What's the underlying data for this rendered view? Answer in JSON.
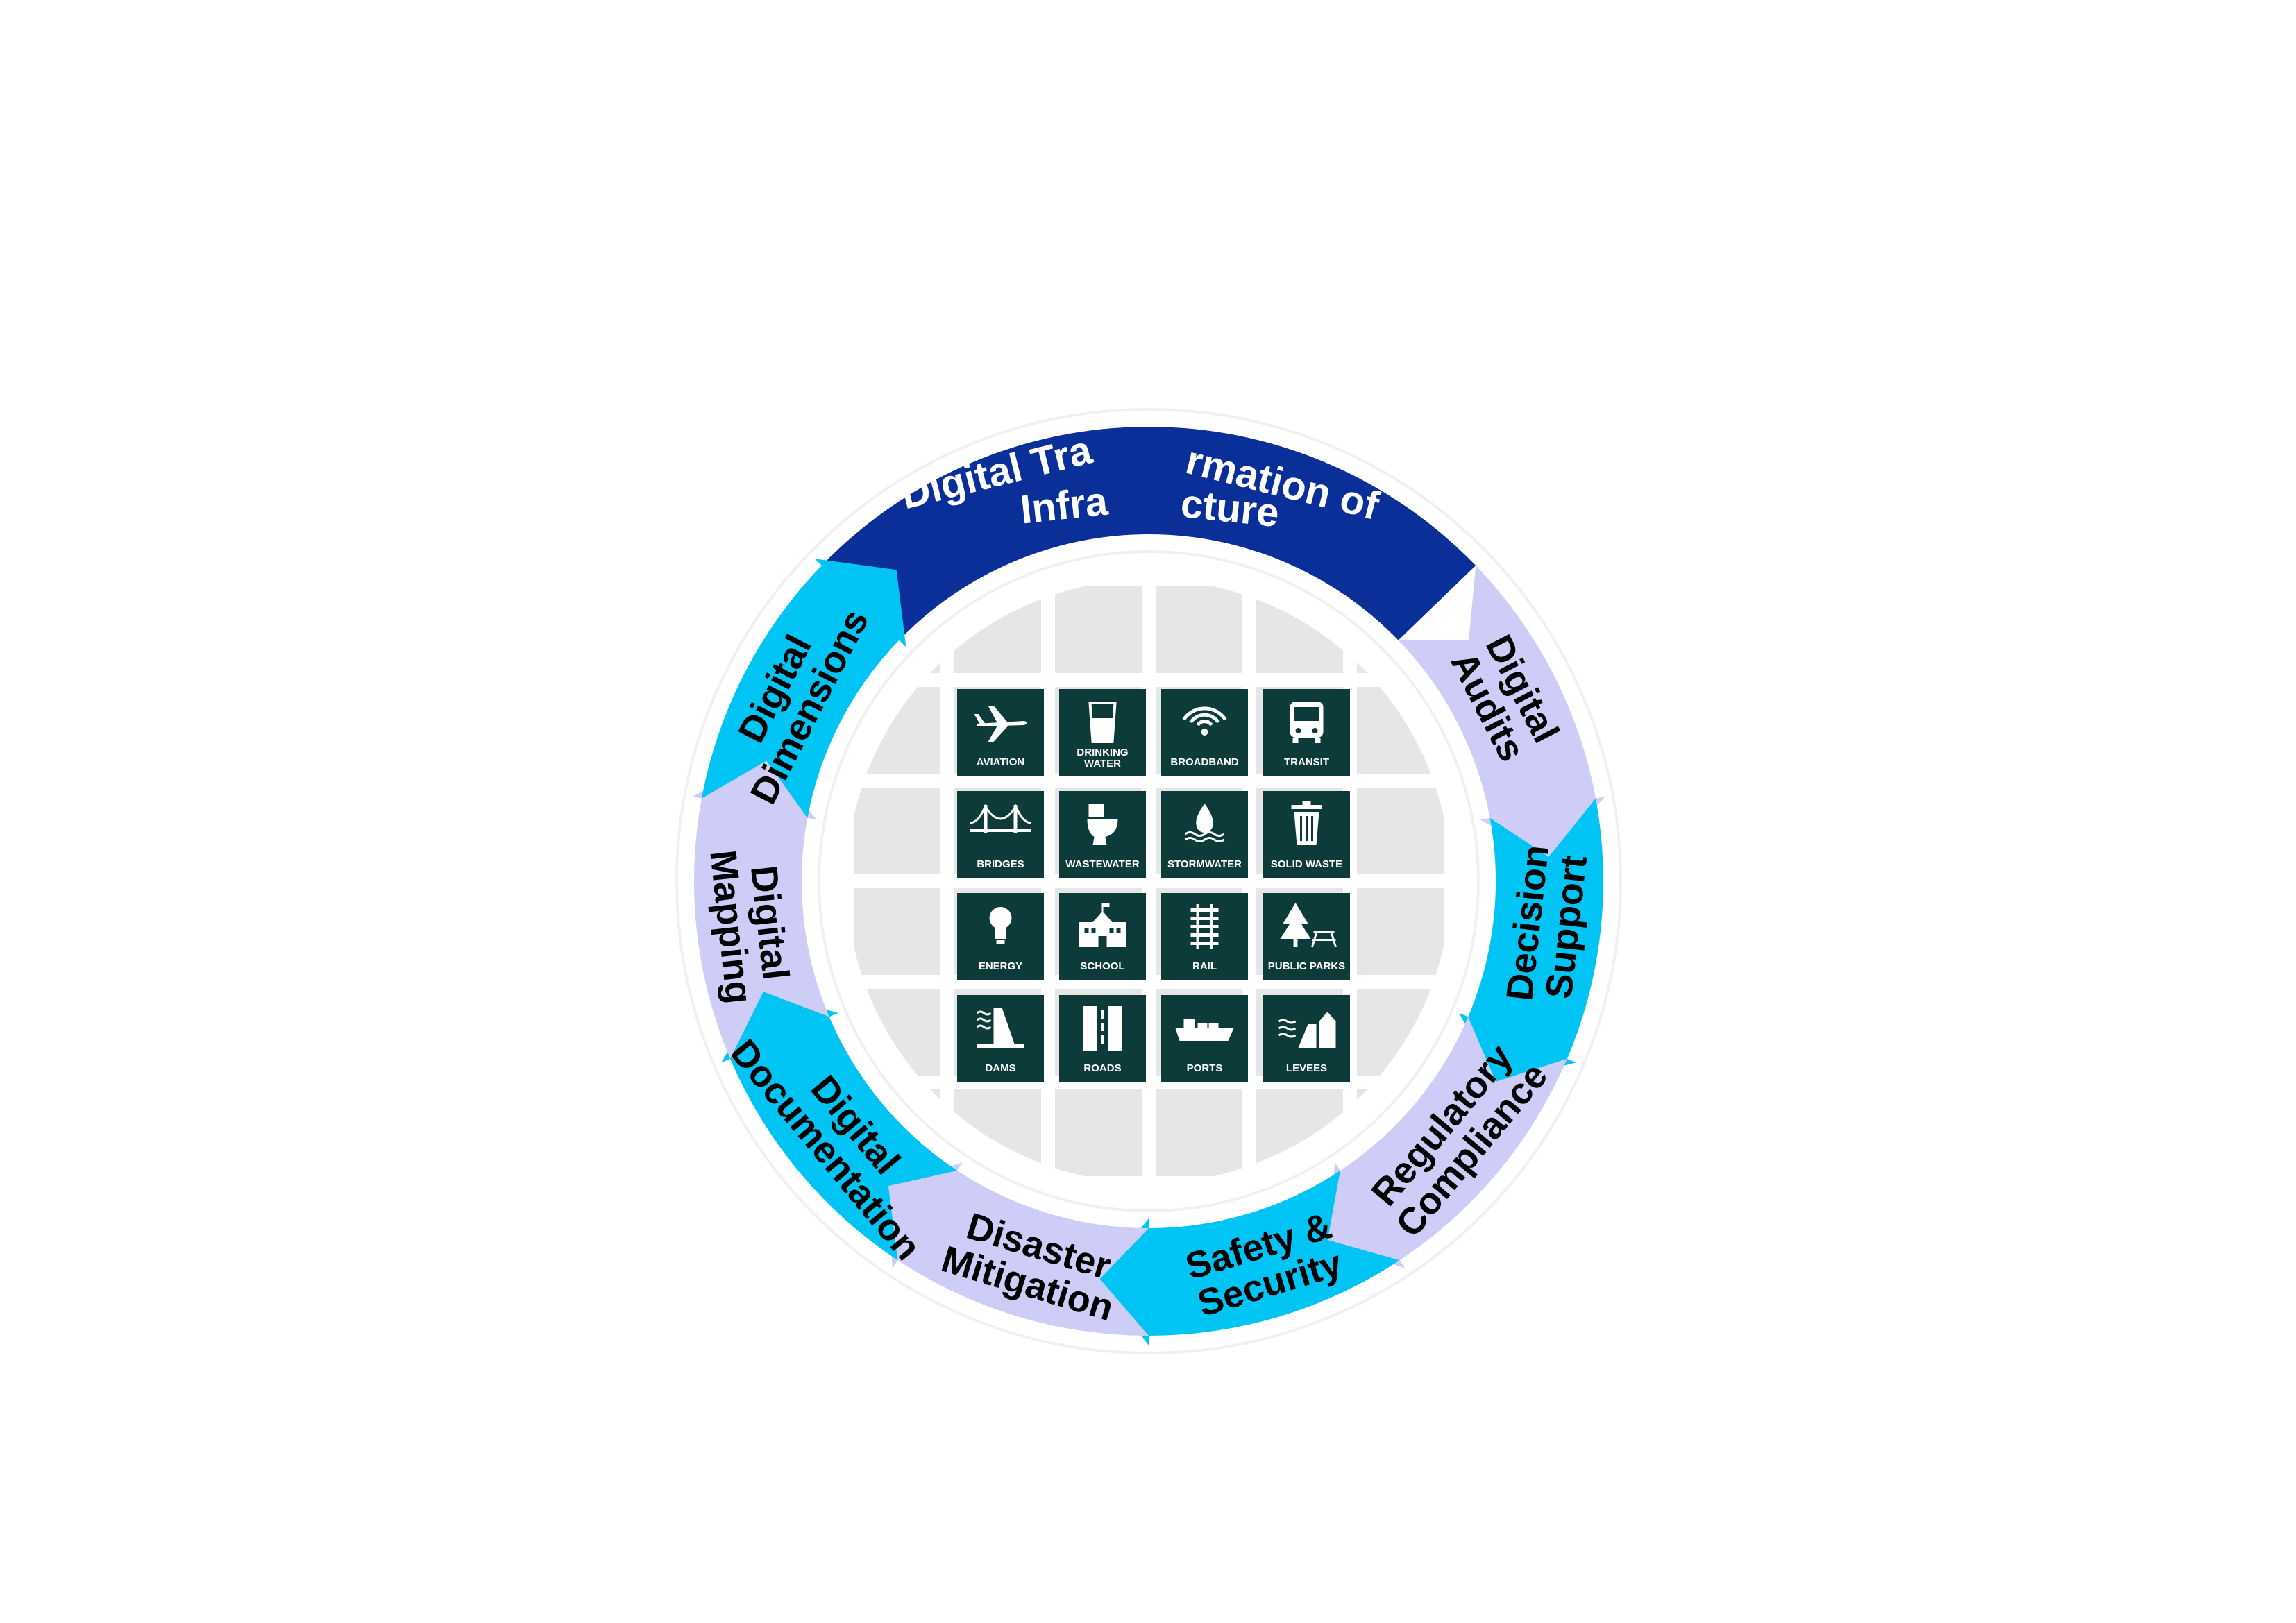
{
  "title": {
    "line1_left": "Digital Tra",
    "line1_right": "rmation of",
    "line2_left": "Infra",
    "line2_right": "cture"
  },
  "colors": {
    "title_band": "#0a2f99",
    "arrow_cyan": "#00c4f4",
    "arrow_lavender": "#cdcdf7",
    "tile": "#0d3b3a",
    "grid": "#e6e6e6"
  },
  "segments": [
    {
      "name": "digital-audits",
      "lines": [
        "Digital",
        "Audits"
      ],
      "color": "lavender"
    },
    {
      "name": "decision-support",
      "lines": [
        "Decision",
        "Support"
      ],
      "color": "cyan"
    },
    {
      "name": "regulatory-compliance",
      "lines": [
        "Regulatory",
        "Compliance"
      ],
      "color": "lavender"
    },
    {
      "name": "safety-security",
      "lines": [
        "Safety &",
        "Security"
      ],
      "color": "cyan"
    },
    {
      "name": "disaster-mitigation",
      "lines": [
        "Disaster",
        "Mitigation"
      ],
      "color": "lavender"
    },
    {
      "name": "digital-documentation",
      "lines": [
        "Digital",
        "Documentation"
      ],
      "color": "cyan"
    },
    {
      "name": "digital-mapping",
      "lines": [
        "Digital",
        "Mapping"
      ],
      "color": "lavender"
    },
    {
      "name": "digital-dimensions",
      "lines": [
        "Digital",
        "Dimensions"
      ],
      "color": "cyan"
    }
  ],
  "tiles": [
    {
      "icon": "airplane-icon",
      "label": [
        "AVIATION"
      ]
    },
    {
      "icon": "drinking-glass-icon",
      "label": [
        "DRINKING",
        "WATER"
      ]
    },
    {
      "icon": "wifi-icon",
      "label": [
        "BROADBAND"
      ]
    },
    {
      "icon": "bus-icon",
      "label": [
        "TRANSIT"
      ]
    },
    {
      "icon": "bridge-icon",
      "label": [
        "BRIDGES"
      ]
    },
    {
      "icon": "toilet-icon",
      "label": [
        "WASTEWATER"
      ]
    },
    {
      "icon": "water-drop-icon",
      "label": [
        "STORMWATER"
      ]
    },
    {
      "icon": "trash-can-icon",
      "label": [
        "SOLID WASTE"
      ]
    },
    {
      "icon": "light-bulb-icon",
      "label": [
        "ENERGY"
      ]
    },
    {
      "icon": "school-building-icon",
      "label": [
        "SCHOOL"
      ]
    },
    {
      "icon": "rail-track-icon",
      "label": [
        "RAIL"
      ]
    },
    {
      "icon": "tree-picnic-icon",
      "label": [
        "PUBLIC PARKS"
      ]
    },
    {
      "icon": "dam-icon",
      "label": [
        "DAMS"
      ]
    },
    {
      "icon": "road-icon",
      "label": [
        "ROADS"
      ]
    },
    {
      "icon": "cargo-ship-icon",
      "label": [
        "PORTS"
      ]
    },
    {
      "icon": "levee-icon",
      "label": [
        "LEVEES"
      ]
    }
  ]
}
